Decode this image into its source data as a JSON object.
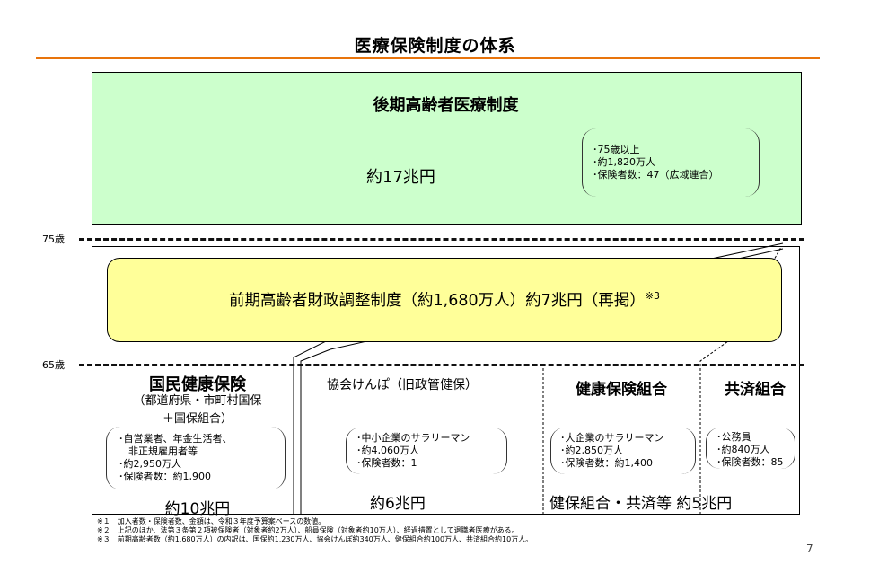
{
  "title": "医療保険制度の体系",
  "late_elderly": {
    "title": "後期高齢者医療制度",
    "amount": "約17兆円",
    "info": [
      "･75歳以上",
      "･約1,820万人",
      "･保険者数：47（広域連合）"
    ]
  },
  "age_labels": {
    "age75": "75歳",
    "age65": "65歳"
  },
  "early_elderly": {
    "text": "前期高齢者財政調整制度（約1,680万人）約7兆円（再掲）",
    "note_mark": "※3"
  },
  "kokuho": {
    "title": "国民健康保険",
    "subtitle_lines": [
      "（都道府県・市町村国保",
      "＋国保組合）"
    ],
    "info": [
      "･自営業者、年金生活者、",
      "　非正規雇用者等",
      "･約2,950万人",
      "･保険者数：約1,900"
    ],
    "amount": "約10兆円"
  },
  "kyokai": {
    "title": "協会けんぽ（旧政管健保）",
    "info": [
      "･中小企業のサラリーマン",
      "･約4,060万人",
      "･保険者数：1"
    ],
    "amount": "約6兆円"
  },
  "kenpo": {
    "title": "健康保険組合",
    "info": [
      "･大企業のサラリーマン",
      "･約2,850万人",
      "･保険者数：約1,400"
    ]
  },
  "kyosai": {
    "title": "共済組合",
    "info": [
      "･公務員",
      "･約840万人",
      "･保険者数：85"
    ]
  },
  "kenpo_kyosai_amount": "健保組合・共済等 約5兆円",
  "footnotes": [
    "※１　加入者数・保険者数、金額は、令和３年度予算案ベースの数値。",
    "※２　上記のほか、法第３条第２項被保険者（対象者約2万人）、船員保険（対象者約10万人）、経過措置として退職者医療がある。",
    "※３　前期高齢者数（約1,680万人）の内訳は、国保約1,230万人、協会けんぽ約340万人、健保組合約100万人、共済組合約10万人。"
  ],
  "page_number": "7"
}
